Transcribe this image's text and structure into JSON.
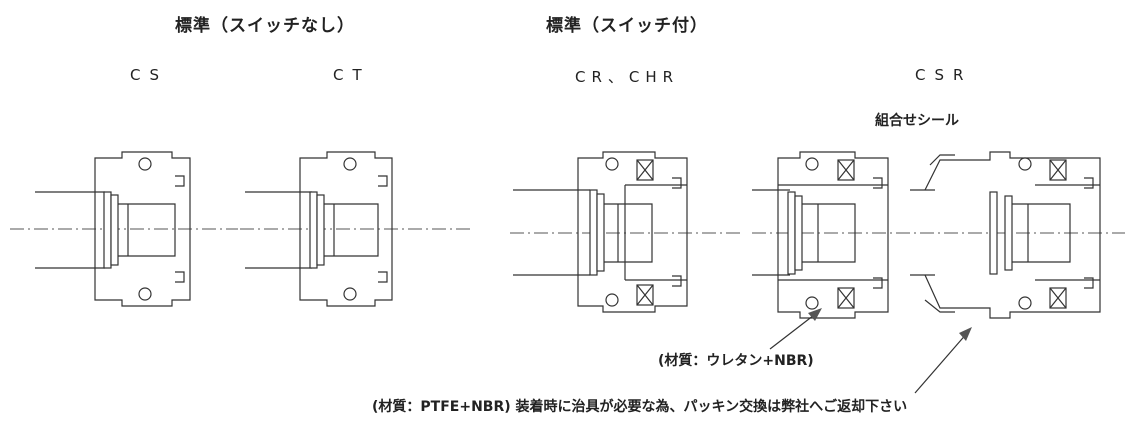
{
  "headings": {
    "standard_no_switch": "標準（スイッチなし）",
    "standard_with_switch": "標準（スイッチ付）"
  },
  "models": {
    "cs": "CS",
    "ct": "CT",
    "cr_chr": "CR、CHR",
    "csr": "CSR"
  },
  "combo_seal_label": "組合せシール",
  "callouts": {
    "urethane": "(材質：ウレタン+NBR)",
    "ptfe": "(材質：PTFE+NBR) 装着時に治具が必要な為、パッキン交換は弊社へご返却下さい"
  },
  "colors": {
    "line": "#333333",
    "text": "#222222"
  }
}
